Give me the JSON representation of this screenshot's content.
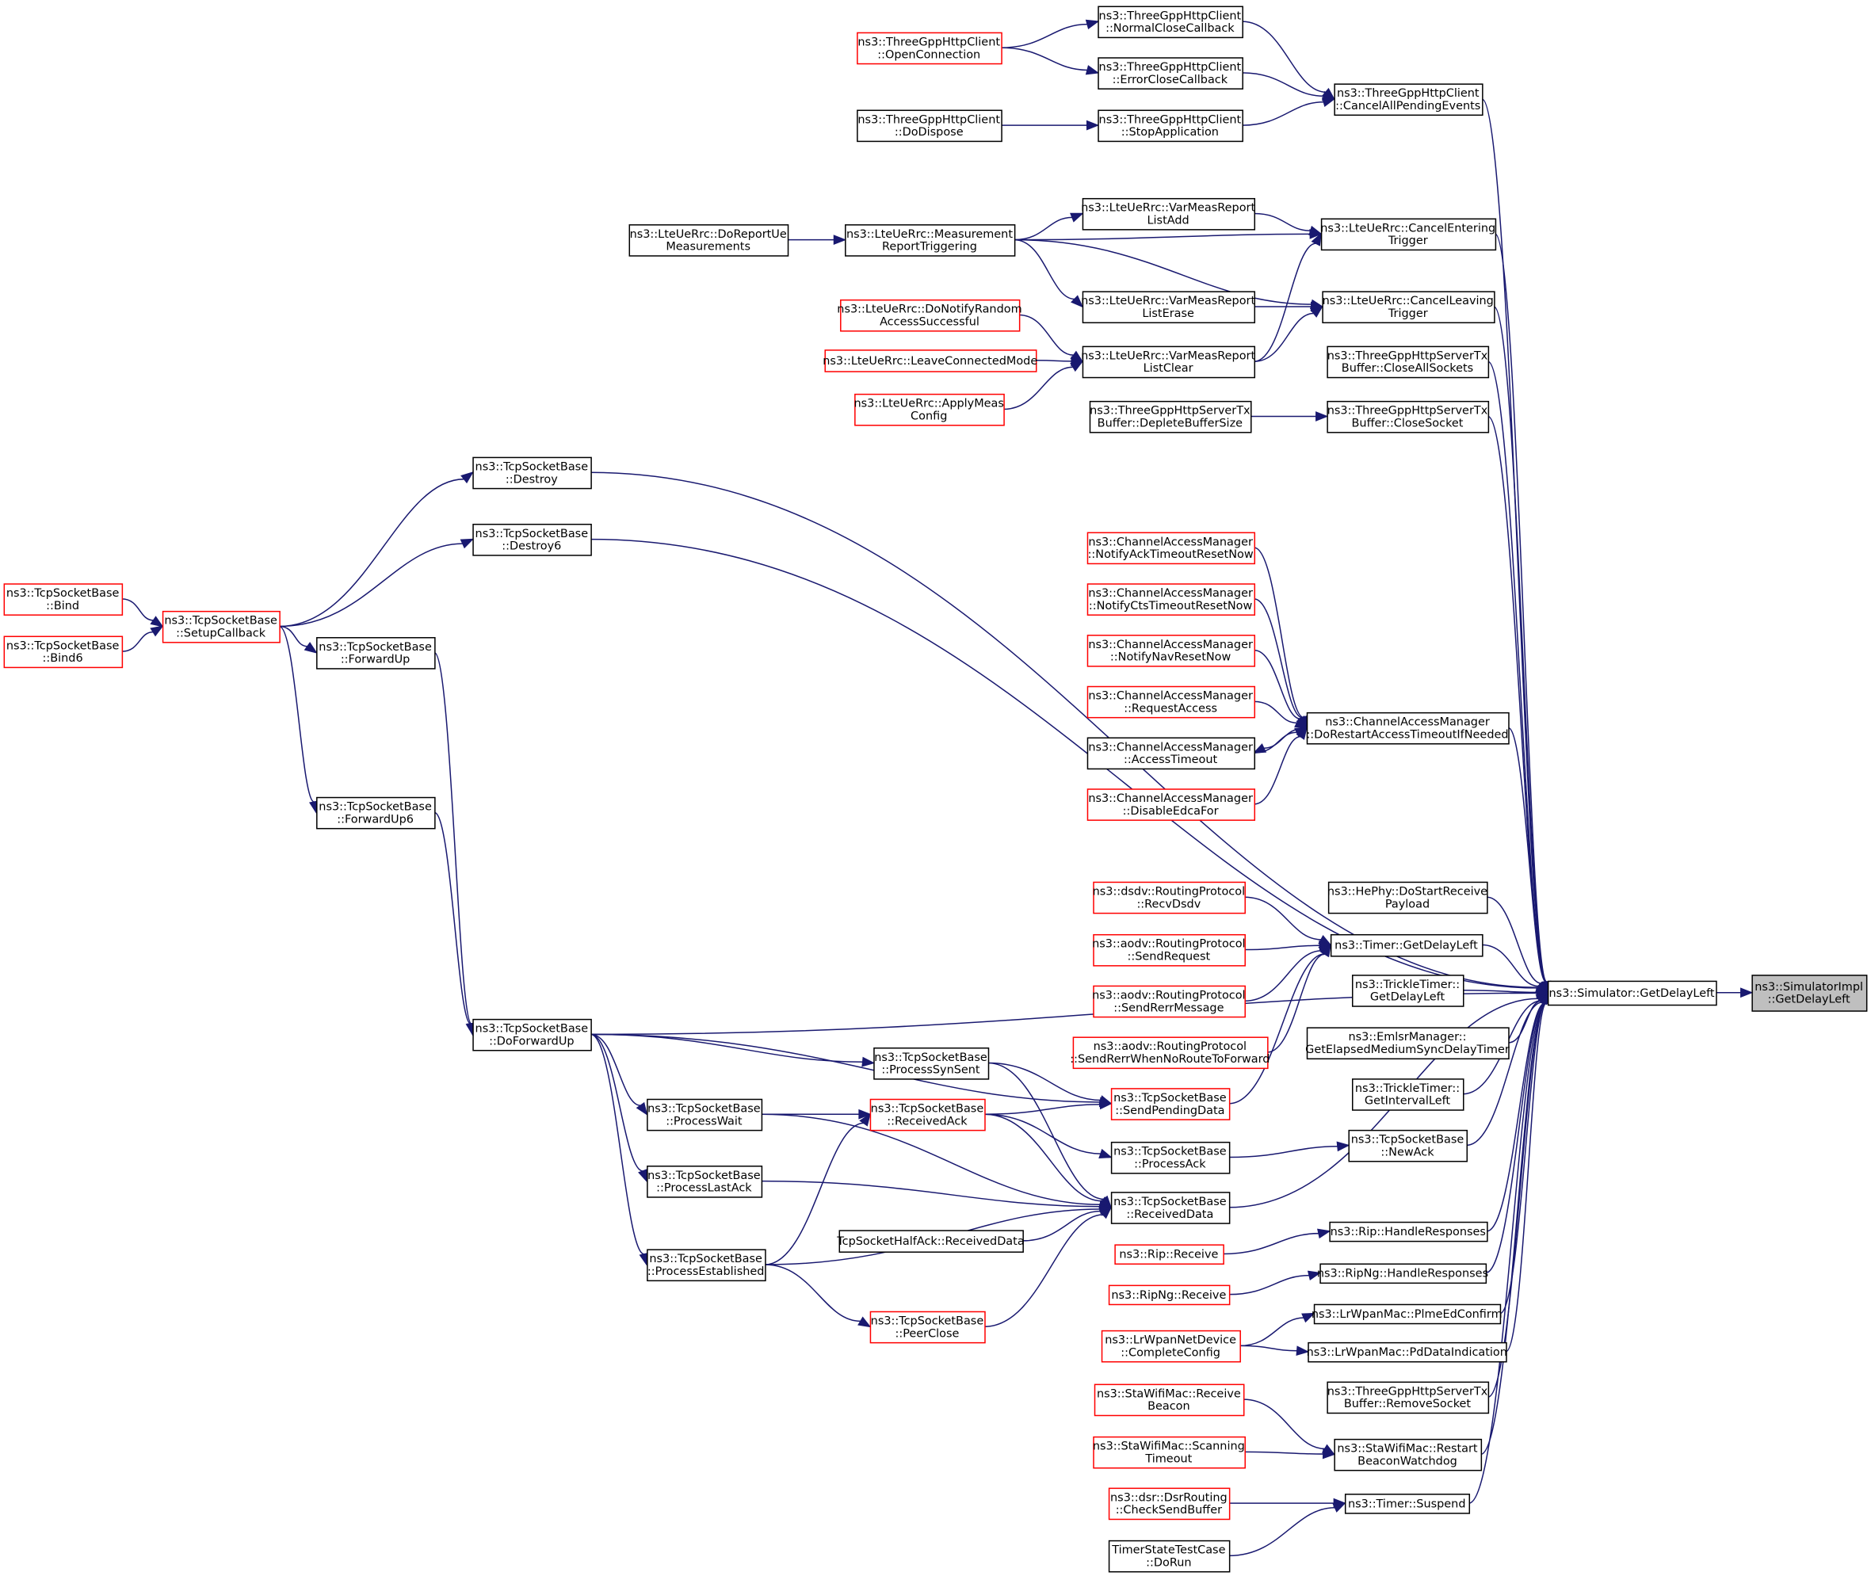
{
  "graph": {
    "type": "doxygen-caller-graph",
    "colors": {
      "edge": "#191970",
      "node_border": "#000000",
      "node_border_truncated": "#ff0000",
      "target_fill": "#bfbfbf",
      "node_fill": "#ffffff"
    },
    "nodes": [
      {
        "id": "target",
        "lines": [
          "ns3::SimulatorImpl",
          "::GetDelayLeft"
        ],
        "style": "target"
      },
      {
        "id": "sim",
        "lines": [
          "ns3::Simulator::GetDelayLeft"
        ],
        "style": "normal"
      },
      {
        "id": "tgh_openconn",
        "lines": [
          "ns3::ThreeGppHttpClient",
          "::OpenConnection"
        ],
        "style": "red"
      },
      {
        "id": "tgh_normalclose",
        "lines": [
          "ns3::ThreeGppHttpClient",
          "::NormalCloseCallback"
        ],
        "style": "normal"
      },
      {
        "id": "tgh_errorclose",
        "lines": [
          "ns3::ThreeGppHttpClient",
          "::ErrorCloseCallback"
        ],
        "style": "normal"
      },
      {
        "id": "tgh_dodispose",
        "lines": [
          "ns3::ThreeGppHttpClient",
          "::DoDispose"
        ],
        "style": "normal"
      },
      {
        "id": "tgh_stopapp",
        "lines": [
          "ns3::ThreeGppHttpClient",
          "::StopApplication"
        ],
        "style": "normal"
      },
      {
        "id": "tgh_cancelall",
        "lines": [
          "ns3::ThreeGppHttpClient",
          "::CancelAllPendingEvents"
        ],
        "style": "normal"
      },
      {
        "id": "lte_doreport",
        "lines": [
          "ns3::LteUeRrc::DoReportUe",
          "Measurements"
        ],
        "style": "normal"
      },
      {
        "id": "lte_measrep",
        "lines": [
          "ns3::LteUeRrc::Measurement",
          "ReportTriggering"
        ],
        "style": "normal"
      },
      {
        "id": "lte_listadd",
        "lines": [
          "ns3::LteUeRrc::VarMeasReport",
          "ListAdd"
        ],
        "style": "normal"
      },
      {
        "id": "lte_listerase",
        "lines": [
          "ns3::LteUeRrc::VarMeasReport",
          "ListErase"
        ],
        "style": "normal"
      },
      {
        "id": "lte_listclear",
        "lines": [
          "ns3::LteUeRrc::VarMeasReport",
          "ListClear"
        ],
        "style": "normal"
      },
      {
        "id": "lte_cancelentering",
        "lines": [
          "ns3::LteUeRrc::CancelEntering",
          "Trigger"
        ],
        "style": "normal"
      },
      {
        "id": "lte_cancelleaving",
        "lines": [
          "ns3::LteUeRrc::CancelLeaving",
          "Trigger"
        ],
        "style": "normal"
      },
      {
        "id": "lte_donotify",
        "lines": [
          "ns3::LteUeRrc::DoNotifyRandom",
          "AccessSuccessful"
        ],
        "style": "red"
      },
      {
        "id": "lte_leaveconn",
        "lines": [
          "ns3::LteUeRrc::LeaveConnectedMode"
        ],
        "style": "red"
      },
      {
        "id": "lte_applymeas",
        "lines": [
          "ns3::LteUeRrc::ApplyMeas",
          "Config"
        ],
        "style": "red"
      },
      {
        "id": "tgs_closeall",
        "lines": [
          "ns3::ThreeGppHttpServerTx",
          "Buffer::CloseAllSockets"
        ],
        "style": "normal"
      },
      {
        "id": "tgs_deplete",
        "lines": [
          "ns3::ThreeGppHttpServerTx",
          "Buffer::DepleteBufferSize"
        ],
        "style": "normal"
      },
      {
        "id": "tgs_closesocket",
        "lines": [
          "ns3::ThreeGppHttpServerTx",
          "Buffer::CloseSocket"
        ],
        "style": "normal"
      },
      {
        "id": "tcp_destroy",
        "lines": [
          "ns3::TcpSocketBase",
          "::Destroy"
        ],
        "style": "normal"
      },
      {
        "id": "tcp_destroy6",
        "lines": [
          "ns3::TcpSocketBase",
          "::Destroy6"
        ],
        "style": "normal"
      },
      {
        "id": "tcp_bind",
        "lines": [
          "ns3::TcpSocketBase",
          "::Bind"
        ],
        "style": "red"
      },
      {
        "id": "tcp_bind6",
        "lines": [
          "ns3::TcpSocketBase",
          "::Bind6"
        ],
        "style": "red"
      },
      {
        "id": "tcp_setupcb",
        "lines": [
          "ns3::TcpSocketBase",
          "::SetupCallback"
        ],
        "style": "red"
      },
      {
        "id": "tcp_fwdup",
        "lines": [
          "ns3::TcpSocketBase",
          "::ForwardUp"
        ],
        "style": "normal"
      },
      {
        "id": "tcp_fwdup6",
        "lines": [
          "ns3::TcpSocketBase",
          "::ForwardUp6"
        ],
        "style": "normal"
      },
      {
        "id": "tcp_dofwdup",
        "lines": [
          "ns3::TcpSocketBase",
          "::DoForwardUp"
        ],
        "style": "normal"
      },
      {
        "id": "tcp_procsynsent",
        "lines": [
          "ns3::TcpSocketBase",
          "::ProcessSynSent"
        ],
        "style": "normal"
      },
      {
        "id": "tcp_procwait",
        "lines": [
          "ns3::TcpSocketBase",
          "::ProcessWait"
        ],
        "style": "normal"
      },
      {
        "id": "tcp_recvack",
        "lines": [
          "ns3::TcpSocketBase",
          "::ReceivedAck"
        ],
        "style": "red"
      },
      {
        "id": "tcp_proclastack",
        "lines": [
          "ns3::TcpSocketBase",
          "::ProcessLastAck"
        ],
        "style": "normal"
      },
      {
        "id": "tcp_halfack",
        "lines": [
          "TcpSocketHalfAck::ReceivedData"
        ],
        "style": "normal"
      },
      {
        "id": "tcp_procest",
        "lines": [
          "ns3::TcpSocketBase",
          "::ProcessEstablished"
        ],
        "style": "normal"
      },
      {
        "id": "tcp_peerclose",
        "lines": [
          "ns3::TcpSocketBase",
          "::PeerClose"
        ],
        "style": "red"
      },
      {
        "id": "tcp_sendpending",
        "lines": [
          "ns3::TcpSocketBase",
          "::SendPendingData"
        ],
        "style": "red"
      },
      {
        "id": "tcp_procack",
        "lines": [
          "ns3::TcpSocketBase",
          "::ProcessAck"
        ],
        "style": "normal"
      },
      {
        "id": "tcp_recvdata",
        "lines": [
          "ns3::TcpSocketBase",
          "::ReceivedData"
        ],
        "style": "normal"
      },
      {
        "id": "tcp_newack",
        "lines": [
          "ns3::TcpSocketBase",
          "::NewAck"
        ],
        "style": "normal"
      },
      {
        "id": "cam_ackto",
        "lines": [
          "ns3::ChannelAccessManager",
          "::NotifyAckTimeoutResetNow"
        ],
        "style": "red"
      },
      {
        "id": "cam_ctsto",
        "lines": [
          "ns3::ChannelAccessManager",
          "::NotifyCtsTimeoutResetNow"
        ],
        "style": "red"
      },
      {
        "id": "cam_navreset",
        "lines": [
          "ns3::ChannelAccessManager",
          "::NotifyNavResetNow"
        ],
        "style": "red"
      },
      {
        "id": "cam_reqaccess",
        "lines": [
          "ns3::ChannelAccessManager",
          "::RequestAccess"
        ],
        "style": "red"
      },
      {
        "id": "cam_accessto",
        "lines": [
          "ns3::ChannelAccessManager",
          "::AccessTimeout"
        ],
        "style": "normal"
      },
      {
        "id": "cam_disable",
        "lines": [
          "ns3::ChannelAccessManager",
          "::DisableEdcaFor"
        ],
        "style": "red"
      },
      {
        "id": "cam_dorestart",
        "lines": [
          "ns3::ChannelAccessManager",
          "::DoRestartAccessTimeoutIfNeeded"
        ],
        "style": "normal"
      },
      {
        "id": "hephy",
        "lines": [
          "ns3::HePhy::DoStartReceive",
          "Payload"
        ],
        "style": "normal"
      },
      {
        "id": "timer_getdelay",
        "lines": [
          "ns3::Timer::GetDelayLeft"
        ],
        "style": "normal"
      },
      {
        "id": "dsdv_recv",
        "lines": [
          "ns3::dsdv::RoutingProtocol",
          "::RecvDsdv"
        ],
        "style": "red"
      },
      {
        "id": "aodv_sendreq",
        "lines": [
          "ns3::aodv::RoutingProtocol",
          "::SendRequest"
        ],
        "style": "red"
      },
      {
        "id": "aodv_rerrmsg",
        "lines": [
          "ns3::aodv::RoutingProtocol",
          "::SendRerrMessage"
        ],
        "style": "red"
      },
      {
        "id": "aodv_rerrnoroute",
        "lines": [
          "ns3::aodv::RoutingProtocol",
          "::SendRerrWhenNoRouteToForward"
        ],
        "style": "red"
      },
      {
        "id": "trickle_delay",
        "lines": [
          "ns3::TrickleTimer::",
          "GetDelayLeft"
        ],
        "style": "normal"
      },
      {
        "id": "emlsr",
        "lines": [
          "ns3::EmlsrManager::",
          "GetElapsedMediumSyncDelayTimer"
        ],
        "style": "normal"
      },
      {
        "id": "trickle_interval",
        "lines": [
          "ns3::TrickleTimer::",
          "GetIntervalLeft"
        ],
        "style": "normal"
      },
      {
        "id": "rip_handle",
        "lines": [
          "ns3::Rip::HandleResponses"
        ],
        "style": "normal"
      },
      {
        "id": "rip_recv",
        "lines": [
          "ns3::Rip::Receive"
        ],
        "style": "red"
      },
      {
        "id": "ripng_handle",
        "lines": [
          "ns3::RipNg::HandleResponses"
        ],
        "style": "normal"
      },
      {
        "id": "ripng_recv",
        "lines": [
          "ns3::RipNg::Receive"
        ],
        "style": "red"
      },
      {
        "id": "lrwpan_plme",
        "lines": [
          "ns3::LrWpanMac::PlmeEdConfirm"
        ],
        "style": "normal"
      },
      {
        "id": "lrwpan_pddata",
        "lines": [
          "ns3::LrWpanMac::PdDataIndication"
        ],
        "style": "normal"
      },
      {
        "id": "lrwpan_complete",
        "lines": [
          "ns3::LrWpanNetDevice",
          "::CompleteConfig"
        ],
        "style": "red"
      },
      {
        "id": "tgs_remove",
        "lines": [
          "ns3::ThreeGppHttpServerTx",
          "Buffer::RemoveSocket"
        ],
        "style": "normal"
      },
      {
        "id": "sta_recvbeacon",
        "lines": [
          "ns3::StaWifiMac::Receive",
          "Beacon"
        ],
        "style": "red"
      },
      {
        "id": "sta_scanto",
        "lines": [
          "ns3::StaWifiMac::Scanning",
          "Timeout"
        ],
        "style": "red"
      },
      {
        "id": "sta_restart",
        "lines": [
          "ns3::StaWifiMac::Restart",
          "BeaconWatchdog"
        ],
        "style": "normal"
      },
      {
        "id": "dsr_check",
        "lines": [
          "ns3::dsr::DsrRouting",
          "::CheckSendBuffer"
        ],
        "style": "red"
      },
      {
        "id": "timer_suspend",
        "lines": [
          "ns3::Timer::Suspend"
        ],
        "style": "normal"
      },
      {
        "id": "timertest",
        "lines": [
          "TimerStateTestCase",
          "::DoRun"
        ],
        "style": "normal"
      }
    ],
    "edges": [
      [
        "sim",
        "target"
      ],
      [
        "tgh_openconn",
        "tgh_normalclose"
      ],
      [
        "tgh_openconn",
        "tgh_errorclose"
      ],
      [
        "tgh_normalclose",
        "tgh_cancelall"
      ],
      [
        "tgh_errorclose",
        "tgh_cancelall"
      ],
      [
        "tgh_dodispose",
        "tgh_stopapp"
      ],
      [
        "tgh_stopapp",
        "tgh_cancelall"
      ],
      [
        "tgh_cancelall",
        "sim"
      ],
      [
        "lte_doreport",
        "lte_measrep"
      ],
      [
        "lte_measrep",
        "lte_listadd"
      ],
      [
        "lte_measrep",
        "lte_cancelentering"
      ],
      [
        "lte_measrep",
        "lte_listerase"
      ],
      [
        "lte_measrep",
        "lte_cancelleaving"
      ],
      [
        "lte_listadd",
        "lte_cancelentering"
      ],
      [
        "lte_listerase",
        "lte_cancelleaving"
      ],
      [
        "lte_listclear",
        "lte_cancelentering"
      ],
      [
        "lte_listclear",
        "lte_cancelleaving"
      ],
      [
        "lte_donotify",
        "lte_listclear"
      ],
      [
        "lte_leaveconn",
        "lte_listclear"
      ],
      [
        "lte_applymeas",
        "lte_listclear"
      ],
      [
        "lte_cancelentering",
        "sim"
      ],
      [
        "lte_cancelleaving",
        "sim"
      ],
      [
        "tgs_closeall",
        "sim"
      ],
      [
        "tgs_deplete",
        "tgs_closesocket"
      ],
      [
        "tgs_closesocket",
        "sim"
      ],
      [
        "tcp_destroy",
        "sim"
      ],
      [
        "tcp_destroy6",
        "sim"
      ],
      [
        "tcp_setupcb",
        "tcp_destroy"
      ],
      [
        "tcp_setupcb",
        "tcp_destroy6"
      ],
      [
        "tcp_bind",
        "tcp_setupcb"
      ],
      [
        "tcp_bind6",
        "tcp_setupcb"
      ],
      [
        "tcp_setupcb",
        "tcp_fwdup"
      ],
      [
        "tcp_setupcb",
        "tcp_fwdup6"
      ],
      [
        "tcp_fwdup",
        "tcp_dofwdup"
      ],
      [
        "tcp_fwdup6",
        "tcp_dofwdup"
      ],
      [
        "tcp_dofwdup",
        "sim"
      ],
      [
        "tcp_dofwdup",
        "tcp_procsynsent"
      ],
      [
        "tcp_dofwdup",
        "tcp_procwait"
      ],
      [
        "tcp_dofwdup",
        "tcp_proclastack"
      ],
      [
        "tcp_dofwdup",
        "tcp_procest"
      ],
      [
        "tcp_dofwdup",
        "tcp_sendpending"
      ],
      [
        "tcp_procsynsent",
        "tcp_sendpending"
      ],
      [
        "tcp_procsynsent",
        "tcp_recvdata"
      ],
      [
        "tcp_procwait",
        "tcp_recvack"
      ],
      [
        "tcp_procwait",
        "tcp_recvdata"
      ],
      [
        "tcp_recvack",
        "tcp_sendpending"
      ],
      [
        "tcp_recvack",
        "tcp_procack"
      ],
      [
        "tcp_recvack",
        "tcp_recvdata"
      ],
      [
        "tcp_proclastack",
        "tcp_recvdata"
      ],
      [
        "tcp_halfack",
        "tcp_recvdata"
      ],
      [
        "tcp_procest",
        "tcp_recvack"
      ],
      [
        "tcp_procest",
        "tcp_recvdata"
      ],
      [
        "tcp_procest",
        "tcp_peerclose"
      ],
      [
        "tcp_peerclose",
        "tcp_recvdata"
      ],
      [
        "tcp_sendpending",
        "timer_getdelay"
      ],
      [
        "tcp_procack",
        "tcp_newack"
      ],
      [
        "tcp_recvdata",
        "sim"
      ],
      [
        "tcp_newack",
        "sim"
      ],
      [
        "cam_ackto",
        "cam_dorestart"
      ],
      [
        "cam_ctsto",
        "cam_dorestart"
      ],
      [
        "cam_navreset",
        "cam_dorestart"
      ],
      [
        "cam_reqaccess",
        "cam_dorestart"
      ],
      [
        "cam_dorestart",
        "cam_accessto"
      ],
      [
        "cam_accessto",
        "cam_dorestart"
      ],
      [
        "cam_disable",
        "cam_dorestart"
      ],
      [
        "cam_dorestart",
        "sim"
      ],
      [
        "hephy",
        "sim"
      ],
      [
        "dsdv_recv",
        "timer_getdelay"
      ],
      [
        "aodv_sendreq",
        "timer_getdelay"
      ],
      [
        "aodv_rerrmsg",
        "timer_getdelay"
      ],
      [
        "aodv_rerrnoroute",
        "timer_getdelay"
      ],
      [
        "timer_getdelay",
        "sim"
      ],
      [
        "trickle_delay",
        "sim"
      ],
      [
        "emlsr",
        "sim"
      ],
      [
        "trickle_interval",
        "sim"
      ],
      [
        "rip_recv",
        "rip_handle"
      ],
      [
        "rip_handle",
        "sim"
      ],
      [
        "ripng_recv",
        "ripng_handle"
      ],
      [
        "ripng_handle",
        "sim"
      ],
      [
        "lrwpan_complete",
        "lrwpan_plme"
      ],
      [
        "lrwpan_complete",
        "lrwpan_pddata"
      ],
      [
        "lrwpan_plme",
        "sim"
      ],
      [
        "lrwpan_pddata",
        "sim"
      ],
      [
        "tgs_remove",
        "sim"
      ],
      [
        "sta_recvbeacon",
        "sta_restart"
      ],
      [
        "sta_scanto",
        "sta_restart"
      ],
      [
        "sta_restart",
        "sim"
      ],
      [
        "dsr_check",
        "timer_suspend"
      ],
      [
        "timertest",
        "timer_suspend"
      ],
      [
        "timer_suspend",
        "sim"
      ]
    ]
  }
}
